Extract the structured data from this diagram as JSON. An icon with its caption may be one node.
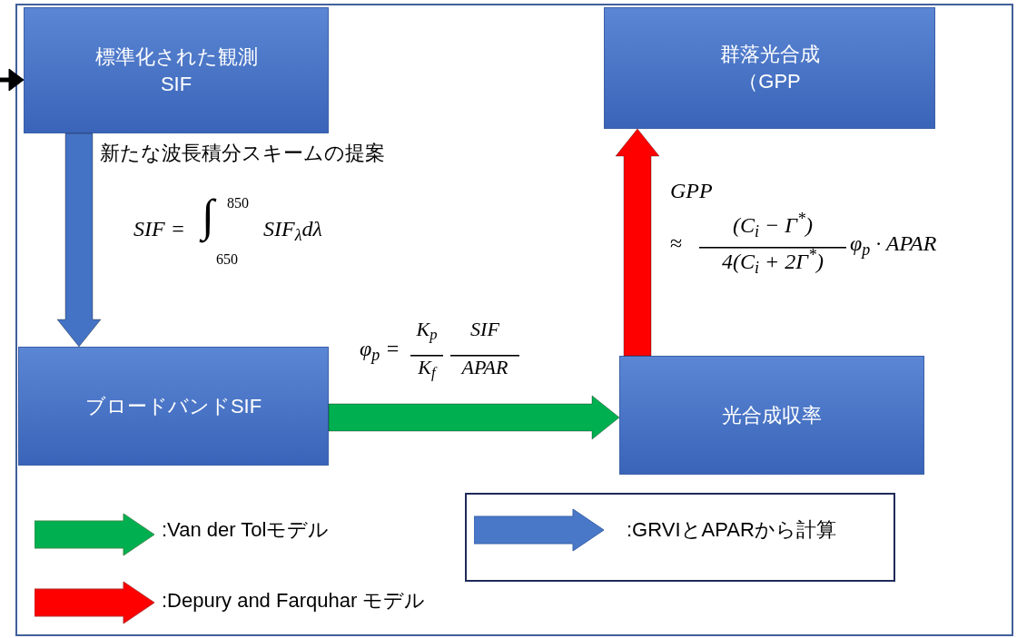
{
  "diagram": {
    "nodes": [
      {
        "text": [
          "標準化された観測SIF"
        ]
      },
      {
        "text": [
          "群落光合成（GPP"
        ]
      },
      {
        "text": [
          "ブロードバンドSIF"
        ]
      },
      {
        "text": [
          "光合成収率"
        ]
      }
    ],
    "edges": [
      {
        "from": null,
        "to": 0,
        "arrow": "to"
      },
      {
        "from": 0,
        "to": 2,
        "arrow": "to",
        "label": "新たな波長積分スキームの提案",
        "style": "thick",
        "color": "#4472c4"
      },
      {
        "from": 2,
        "to": 3,
        "arrow": "to",
        "style": "thick",
        "color": "#00b050"
      },
      {
        "from": 3,
        "to": 1,
        "arrow": "to",
        "style": "thick",
        "color": "#ff0000"
      }
    ],
    "labels": [
      "SIF =",
      "∫",
      "850",
      "650",
      "SIF$_{λ}$dλ",
      "GPP",
      "≈",
      "(C$_{i}$ − Γ$^{*}$)",
      "4(C$_{i}$ + 2Γ$^{*}$)",
      "φ$_{p}$ · APAR",
      "φ$_{p}$ =",
      "K$_{p}$",
      "K$_{f}$",
      "SIF",
      "APAR"
    ],
    "legend": [
      {
        "text": ":Van der Tolモデル"
      },
      {
        "text": ":GRVIとAPARから計算"
      },
      {
        "text": ":Depury and Farquhar モデル"
      }
    ]
  }
}
